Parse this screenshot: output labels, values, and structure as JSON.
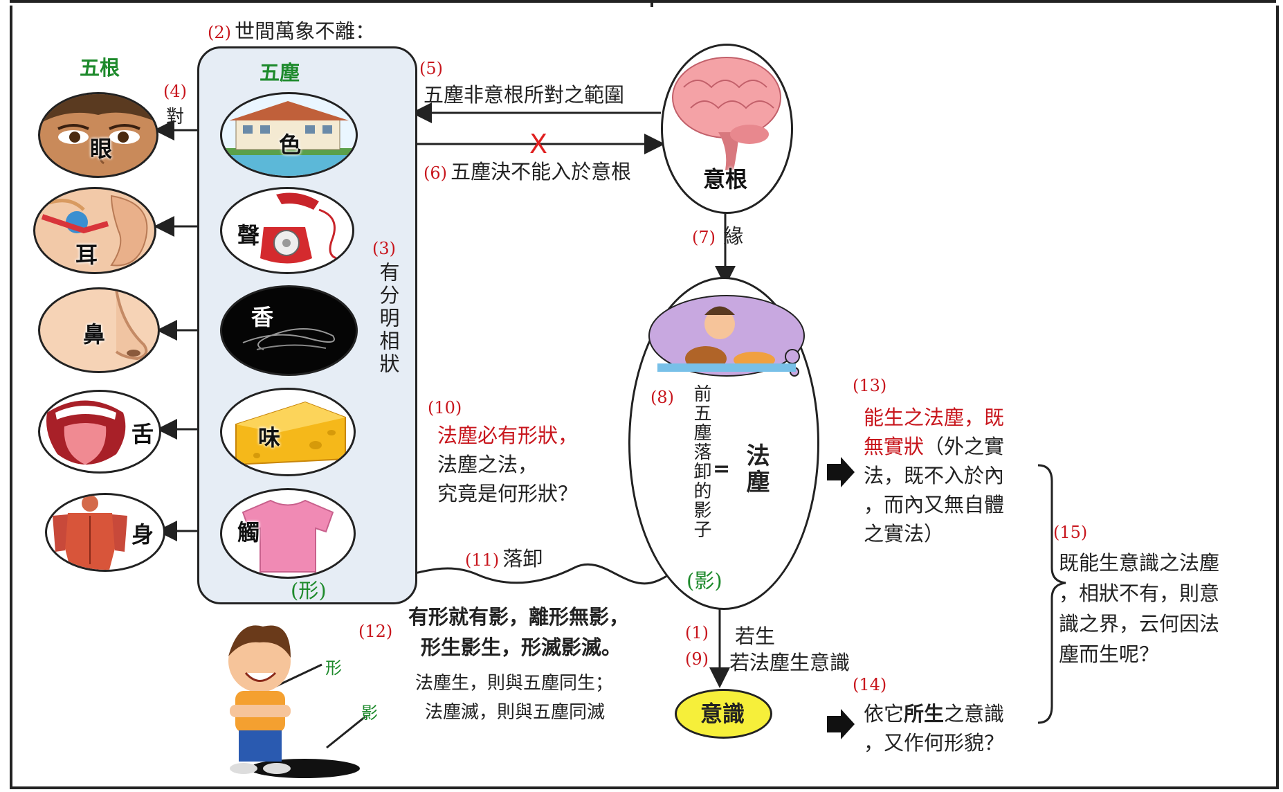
{
  "labels": {
    "heading_num": "(2)",
    "heading": "世間萬象不離：",
    "wugen": "五根",
    "wuchen": "五塵",
    "dui_num": "(4)",
    "dui": "對",
    "n5": "(5)",
    "t5": "五塵非意根所對之範圍",
    "n6": "(6)",
    "t6": "五塵決不能入於意根",
    "yigen": "意根",
    "n7": "(7)",
    "t7": "緣",
    "n3": "(3)",
    "t3": "有分明相狀",
    "xing_paren": "(形)",
    "n8": "(8)",
    "t8": "前五塵落卸的影子",
    "equals": "=",
    "fachen": "法塵",
    "ying_paren": "(影)",
    "n10": "(10)",
    "t10a": "法塵必有形狀，",
    "t10b": "法塵之法，",
    "t10c": "究竟是何形狀？",
    "n11": "(11)",
    "t11": "落卸",
    "n12": "(12)",
    "t12a": "有形就有影，離形無影，",
    "t12b": "形生影生，形滅影滅。",
    "t12c": "法塵生，則與五塵同生；",
    "t12d": "法塵滅，則與五塵同滅",
    "boy_xing": "形",
    "boy_ying": "影",
    "n1": "(1)",
    "t1": "若生",
    "n9": "(9)",
    "t9": "若法塵生意識",
    "yishi": "意識",
    "n13": "(13)",
    "t13a": "能生之法塵，既",
    "t13b": "無實狀",
    "t13c": "（外之實",
    "t13d": "法，既不入於內",
    "t13e": "，而內又無自體",
    "t13f": "之實法）",
    "n14": "(14)",
    "t14a_pre": "依它",
    "t14a_bold": "所生",
    "t14a_post": "之意識",
    "t14b": "，又作何形貌？",
    "n15": "(15)",
    "t15a": "既能生意識之法塵",
    "t15b": "，相狀不有，則意",
    "t15c": "識之界，云何因法",
    "t15d": "塵而生呢？",
    "cross": "X"
  },
  "senses": [
    {
      "organ": "眼",
      "object": "色"
    },
    {
      "organ": "耳",
      "object": "聲"
    },
    {
      "organ": "鼻",
      "object": "香"
    },
    {
      "organ": "舌",
      "object": "味"
    },
    {
      "organ": "身",
      "object": "觸"
    }
  ],
  "icons": {
    "eye": "face-eyes-icon",
    "ear": "ear-icon",
    "nose": "nose-icon",
    "tongue": "tongue-icon",
    "body": "muscle-body-icon",
    "house": "house-icon",
    "phone": "telephone-icon",
    "smoke": "smoke-icon",
    "cheese": "cheese-icon",
    "shirt": "shirt-icon",
    "brain": "brain-icon",
    "dream": "eating-boy-dream-icon",
    "boy": "boy-icon",
    "arrow": "block-arrow-icon"
  },
  "colors": {
    "red": "#c8161d",
    "green": "#1e8a2c",
    "panel": "#e6edf5",
    "yishi": "#f6ef3a"
  }
}
